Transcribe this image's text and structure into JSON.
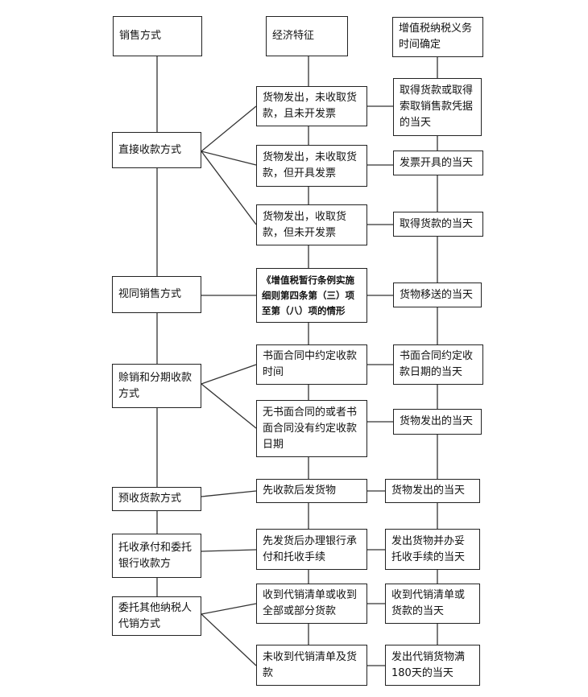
{
  "headers": {
    "method": "销售方式",
    "feature": "经济特征",
    "timing": "增值税纳税义务时间确定"
  },
  "methods": [
    {
      "label": "直接收款方式"
    },
    {
      "label": "视同销售方式"
    },
    {
      "label": "赊销和分期收款方式"
    },
    {
      "label": "预收货款方式"
    },
    {
      "label": "托收承付和委托银行收款方"
    },
    {
      "label": "委托其他纳税人代销方式"
    }
  ],
  "features": [
    {
      "label": "货物发出，未收取货款，且未开发票"
    },
    {
      "label": "货物发出，未收取货款，但开具发票"
    },
    {
      "label": "货物发出，收取货款，但未开发票"
    },
    {
      "label": "《增值税暂行条例实施细则第四条第（三）项至第（八）项的情形"
    },
    {
      "label": "书面合同中约定收款时间"
    },
    {
      "label": "无书面合同的或者书面合同没有约定收款日期"
    },
    {
      "label": "先收款后发货物"
    },
    {
      "label": "先发货后办理银行承付和托收手续"
    },
    {
      "label": "收到代销清单或收到全部或部分货款"
    },
    {
      "label": "未收到代销清单及货款"
    }
  ],
  "timings": [
    {
      "label": "取得货款或取得索取销售款凭据的当天"
    },
    {
      "label": "发票开具的当天"
    },
    {
      "label": "取得货款的当天"
    },
    {
      "label": "货物移送的当天"
    },
    {
      "label": "书面合同约定收款日期的当天"
    },
    {
      "label": "货物发出的当天"
    },
    {
      "label": "货物发出的当天"
    },
    {
      "label": "发出货物并办妥托收手续的当天"
    },
    {
      "label": "收到代销清单或货款的当天"
    },
    {
      "label": "发出代销货物满180天的当天"
    }
  ]
}
